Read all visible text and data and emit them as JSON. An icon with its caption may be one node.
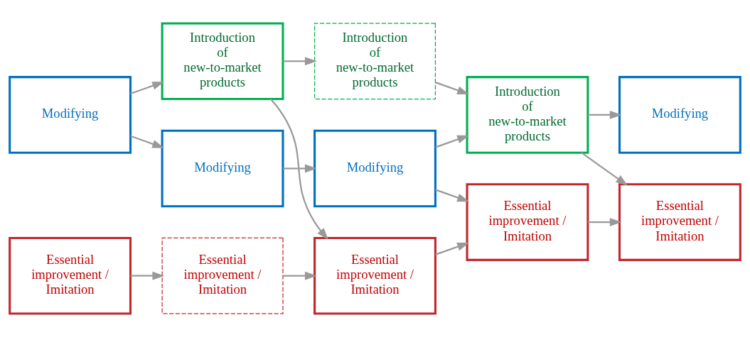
{
  "diagram": {
    "nodes": [
      {
        "text": [
          "Modifying"
        ]
      },
      {
        "text": [
          "Introduction of new-to-market products"
        ]
      },
      {
        "text": [
          "Essential improvement / Imitation"
        ]
      },
      {
        "text": [
          "Essential improvement / Imitation"
        ]
      },
      {
        "text": [
          "Essential improvement / Imitation"
        ]
      },
      {
        "text": [
          "Essential improvement / Imitation"
        ]
      },
      {
        "text": [
          "Modifying"
        ]
      },
      {
        "text": [
          "Modifying"
        ]
      },
      {
        "text": [
          "Introduction of new-to-market products"
        ]
      },
      {
        "text": [
          "Modifying"
        ]
      },
      {
        "text": [
          "Essential improvement / Imitation"
        ]
      },
      {
        "text": [
          "Introduction of new-to-market products"
        ]
      }
    ],
    "edges": [
      {
        "from": 0,
        "to": 1,
        "arrow": "to"
      },
      {
        "from": 0,
        "to": 6,
        "arrow": "to"
      },
      {
        "from": 5,
        "to": 10,
        "arrow": "to"
      },
      {
        "from": 1,
        "to": 2,
        "arrow": "to"
      },
      {
        "from": 1,
        "to": 11,
        "arrow": "to"
      },
      {
        "from": 10,
        "to": 2,
        "arrow": "to"
      },
      {
        "from": 6,
        "to": 7,
        "arrow": "to"
      },
      {
        "from": 2,
        "to": 3,
        "arrow": "to"
      },
      {
        "from": 7,
        "to": 3,
        "arrow": "to"
      },
      {
        "from": 7,
        "to": 8,
        "arrow": "to"
      },
      {
        "from": 11,
        "to": 8,
        "arrow": "to"
      },
      {
        "from": 3,
        "to": 4,
        "arrow": "to"
      },
      {
        "from": 8,
        "to": 4,
        "arrow": "to"
      },
      {
        "from": 8,
        "to": 9,
        "arrow": "to"
      }
    ]
  }
}
